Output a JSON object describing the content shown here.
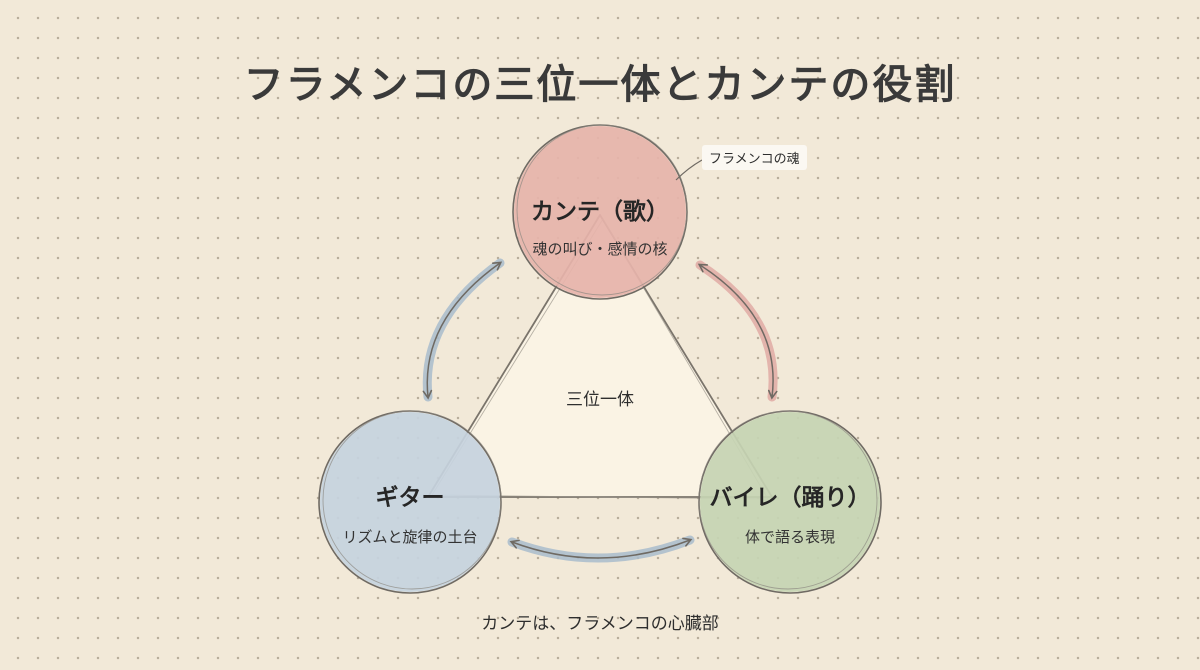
{
  "title": "フラメンコの三位一体とカンテの役割",
  "center_label": "三位一体",
  "nodes": {
    "cante": {
      "name": "カンテ（歌）",
      "desc": "魂の叫び・感情の核",
      "color": "#e6b3aa"
    },
    "guitar": {
      "name": "ギター",
      "desc": "リズムと旋律の土台",
      "color": "#c6d3de"
    },
    "baile": {
      "name": "バイレ（踊り）",
      "desc": "体で語る表現",
      "color": "#c5d4b3"
    }
  },
  "callout": "フラメンコの魂",
  "footnote": "カンテは、フラメンコの心臓部",
  "colors": {
    "background": "#f2e9d8",
    "triangle_fill": "#faf3e4",
    "outline": "#6f6a63",
    "arrow_blue": "#a9bccd",
    "arrow_pink": "#e0aaa5"
  }
}
